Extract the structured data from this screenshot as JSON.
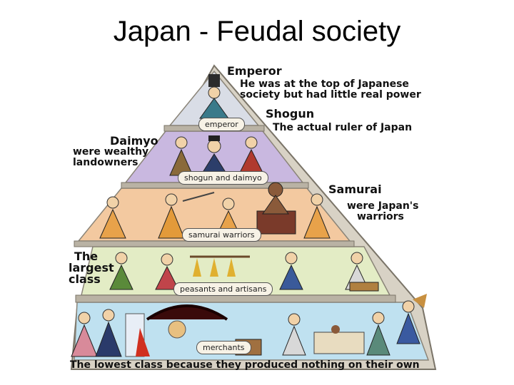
{
  "slide": {
    "title": "Japan - Feudal society"
  },
  "colors": {
    "tier_emperor": "#d9dde6",
    "tier_shogun": "#c9b8e0",
    "tier_samurai": "#f3c9a0",
    "tier_peasants": "#e3ecc5",
    "tier_merchants": "#bfe1f0",
    "stone_edge": "#c9c2b4"
  },
  "pyramid": {
    "tiers": [
      {
        "id": "emperor",
        "label": "emperor"
      },
      {
        "id": "shogun-daimyo",
        "label": "shogun and daimyo"
      },
      {
        "id": "samurai",
        "label": "samurai warriors"
      },
      {
        "id": "peasants-artisans",
        "label": "peasants and artisans"
      },
      {
        "id": "merchants",
        "label": "merchants"
      }
    ]
  },
  "annotations": {
    "emperor": {
      "heading": "Emperor",
      "line1": "He was at the top of Japanese",
      "line2": "society but had little real power"
    },
    "shogun": {
      "heading": "Shogun",
      "line1": "The actual ruler of Japan"
    },
    "daimyo": {
      "heading": "Daimyo",
      "line1": "were wealthy",
      "line2": "landowners"
    },
    "samurai": {
      "heading": "Samurai",
      "line1": "were Japan's",
      "line2": "warriors"
    },
    "peasants": {
      "line1": "The",
      "line2": "largest",
      "line3": "class"
    },
    "merchants": {
      "line1": "The lowest class because they produced nothing on their own"
    }
  }
}
